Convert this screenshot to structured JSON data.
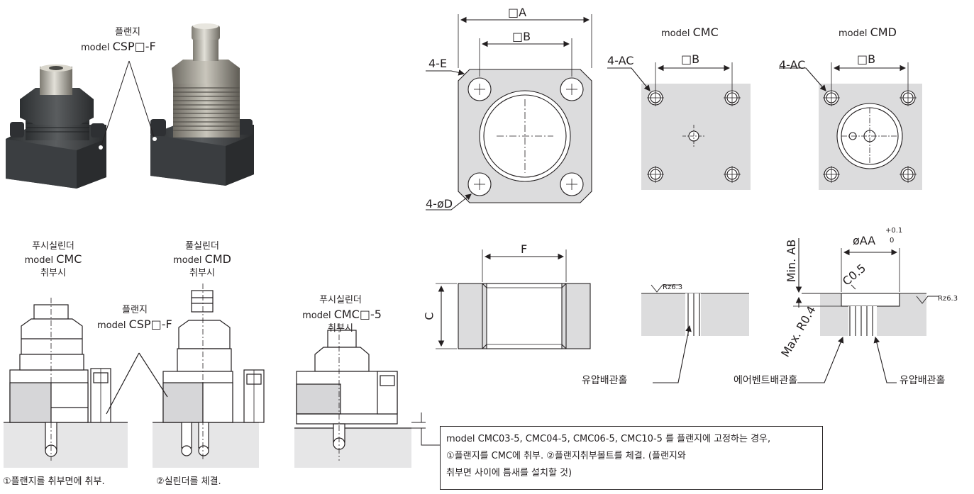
{
  "photo": {
    "flange_label": "플랜지",
    "model_prefix": "model",
    "model_value": "CSP□-F"
  },
  "install": {
    "push": {
      "line1": "푸시실린더",
      "model_prefix": "model",
      "model_value": "CMC",
      "line3": "취부시"
    },
    "pull": {
      "line1": "풀실린더",
      "model_prefix": "model",
      "model_value": "CMD",
      "line3": "취부시"
    },
    "flange": {
      "line1": "플랜지",
      "model_prefix": "model",
      "model_value": "CSP□-F"
    },
    "push5": {
      "line1": "푸시실린더",
      "model_prefix": "model",
      "model_value": "CMC□-5",
      "line3": "취부시"
    },
    "step1": "①플랜지를 취부면에 취부.",
    "step2": "②실린더를 체결."
  },
  "dims": {
    "a": "□A",
    "b": "□B",
    "b_cmc": "□B",
    "b_cmd": "□B",
    "e": "4-E",
    "d": "4-øD",
    "ac_cmc": "4-AC",
    "ac_cmd": "4-AC",
    "model_cmc_prefix": "model",
    "model_cmc_value": "CMC",
    "model_cmd_prefix": "model",
    "model_cmd_value": "CMD",
    "f": "F",
    "c": "C",
    "rz1": "Rz6.3",
    "rz2": "Rz6.3",
    "aa": "øAA",
    "aa_upper": "+0.1",
    "aa_lower": "0",
    "min_ab": "Min. AB",
    "c05": "C0.5",
    "max_r": "Max. R0.4"
  },
  "tags": {
    "oil_hole_1": "유압배관홀",
    "air_vent": "에어벤트배관홀",
    "oil_hole_2": "유압배관홀"
  },
  "note": {
    "line1": "model CMC03-5, CMC04-5, CMC06-5, CMC10-5 를 플랜지에 고정하는 경우,",
    "line2": "①플랜지를 CMC에 취부. ②플랜지취부볼트를 체결. (플랜지와",
    "line3": "취부면 사이에 틈새를 설치할 것)"
  },
  "colors": {
    "plate": "#dcdcdd",
    "line": "#231f20",
    "metal_dark": "#3a3d40",
    "metal_light": "#b6b4ac"
  }
}
